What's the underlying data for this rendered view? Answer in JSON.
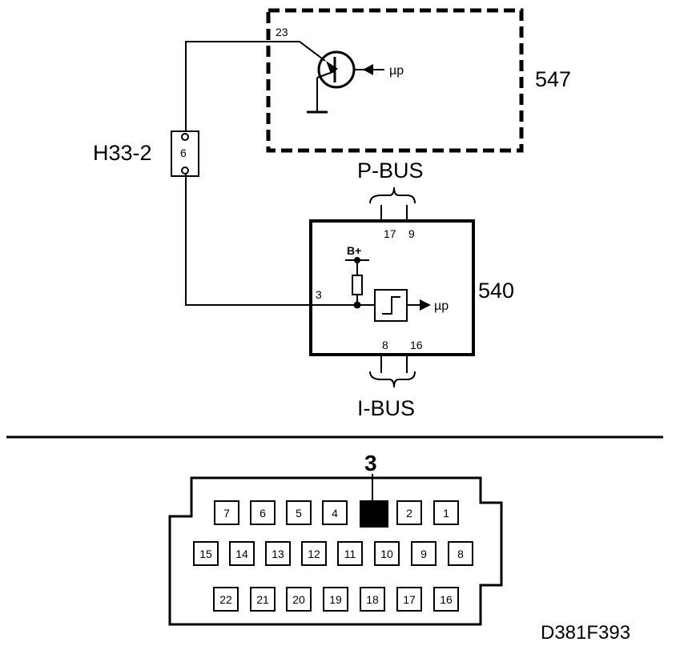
{
  "module_547": {
    "label": "547",
    "pin": "23",
    "signal": "µp"
  },
  "connector_h33": {
    "label": "H33-2",
    "pin": "6"
  },
  "p_bus": {
    "label": "P-BUS",
    "pins": [
      "17",
      "9"
    ]
  },
  "module_540": {
    "label": "540",
    "input_pin": "3",
    "supply": "B+",
    "signal": "µp",
    "bottom_pins": [
      "8",
      "16"
    ]
  },
  "i_bus": {
    "label": "I-BUS"
  },
  "connector_view": {
    "highlight_pin_label": "3",
    "row1": [
      "7",
      "6",
      "5",
      "4",
      "",
      "2",
      "1"
    ],
    "row2": [
      "15",
      "14",
      "13",
      "12",
      "11",
      "10",
      "9",
      "8"
    ],
    "row3": [
      "22",
      "21",
      "20",
      "19",
      "18",
      "17",
      "16"
    ]
  },
  "figure_code": "D381F393"
}
